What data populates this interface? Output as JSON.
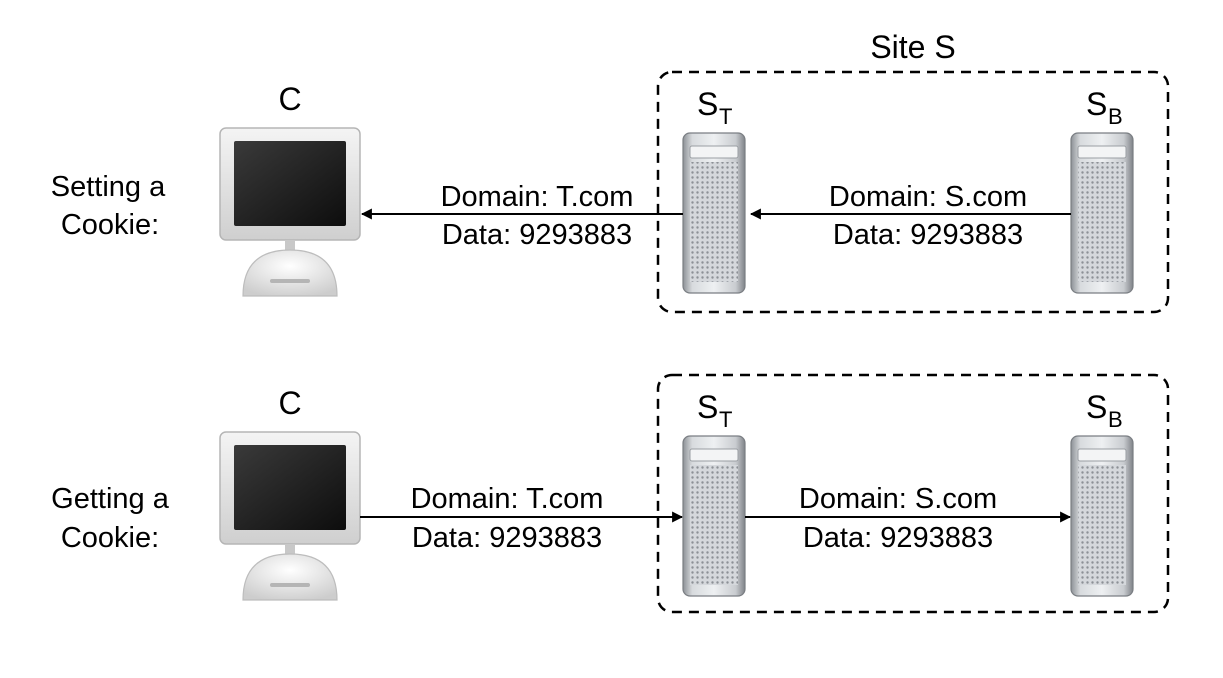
{
  "site_label": "Site S",
  "client_label": "C",
  "server_t": {
    "letter": "S",
    "subscript": "T"
  },
  "server_b": {
    "letter": "S",
    "subscript": "B"
  },
  "setting": {
    "row_label_line1": "Setting a",
    "row_label_line2": "Cookie:",
    "msg_client": {
      "domain": "Domain: T.com",
      "data": "Data: 9293883"
    },
    "msg_site": {
      "domain": "Domain: S.com",
      "data": "Data: 9293883"
    }
  },
  "getting": {
    "row_label_line1": "Getting a",
    "row_label_line2": "Cookie:",
    "msg_client": {
      "domain": "Domain: T.com",
      "data": "Data: 9293883"
    },
    "msg_site": {
      "domain": "Domain: S.com",
      "data": "Data: 9293883"
    }
  },
  "icons": {
    "computer": "imac-computer-icon",
    "server": "tower-server-icon"
  }
}
